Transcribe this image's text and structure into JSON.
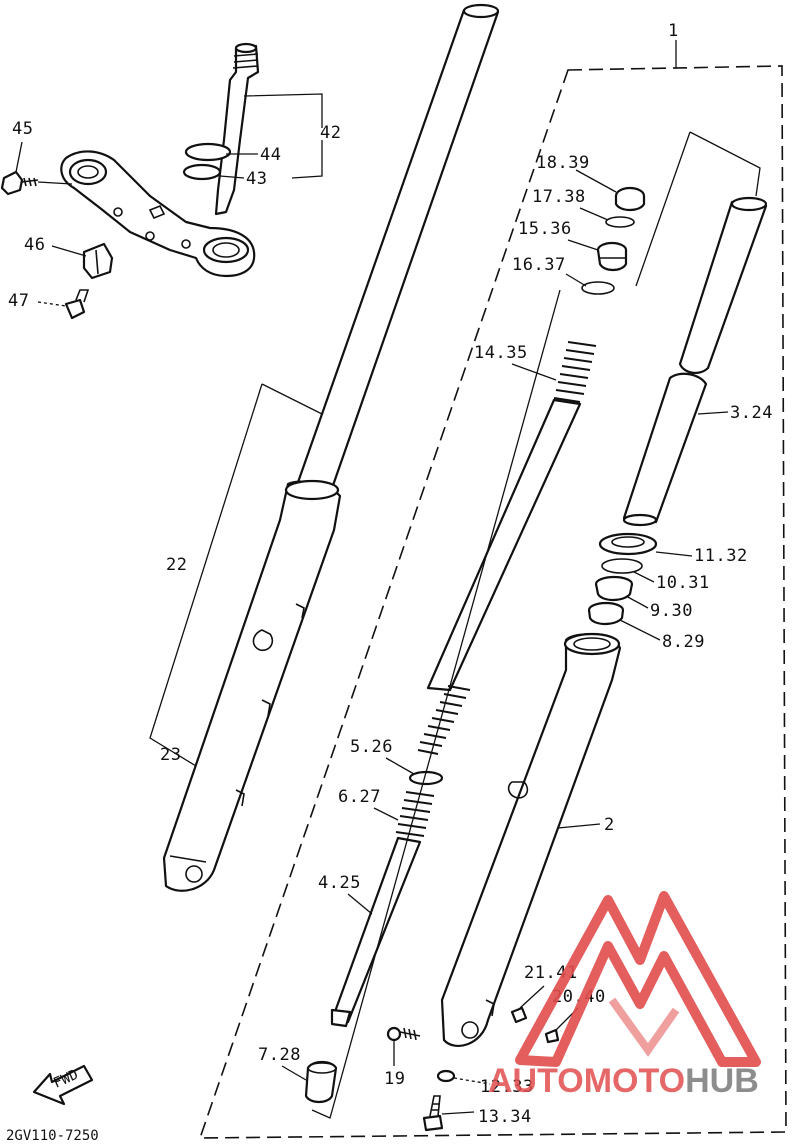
{
  "diagram": {
    "code": "2GV110-7250",
    "fwd_label": "FWD",
    "labels": {
      "p45": "45",
      "p46": "46",
      "p47": "47",
      "p42": "42",
      "p44": "44",
      "p43": "43",
      "p22": "22",
      "p23": "23",
      "p18_39": "18.39",
      "p17_38": "17.38",
      "p15_36": "15.36",
      "p16_37": "16.37",
      "p14_35": "14.35",
      "p3_24": "3.24",
      "p11_32": "11.32",
      "p10_31": "10.31",
      "p9_30": "9.30",
      "p8_29": "8.29",
      "p5_26": "5.26",
      "p6_27": "6.27",
      "p2": "2",
      "p4_25": "4.25",
      "p21_41": "21.41",
      "p20_40": "20.40",
      "p7_28": "7.28",
      "p19": "19",
      "p12_33": "12.33",
      "p13_34": "13.34",
      "p1": "1"
    },
    "watermark": {
      "part1": "AUTO",
      "part2": "MOTO",
      "part3": "HUB",
      "colors": {
        "red": "#e24d4d",
        "gray": "#7a7a7a"
      }
    }
  }
}
